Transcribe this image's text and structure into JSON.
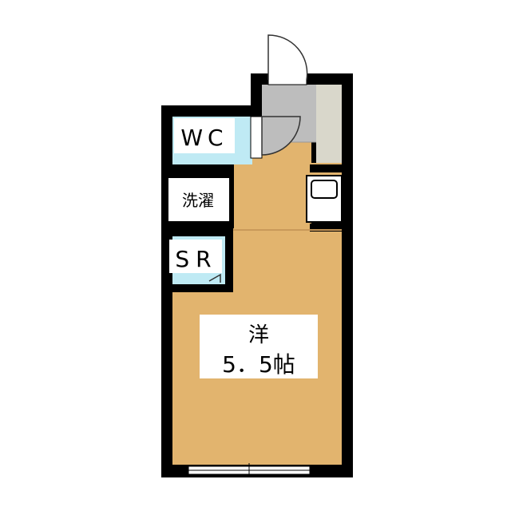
{
  "colors": {
    "wall": "#000000",
    "floor_wood": "#e2b46e",
    "entrance_tile": "#bdbdbd",
    "storage": "#d9d7cb",
    "water": "#bfeaf4",
    "label_bg": "#ffffff",
    "door": "#333333"
  },
  "rooms": {
    "wc": "WC",
    "laundry": "洗濯",
    "shower": "SR",
    "main_type": "洋",
    "main_size": "5．5帖"
  }
}
